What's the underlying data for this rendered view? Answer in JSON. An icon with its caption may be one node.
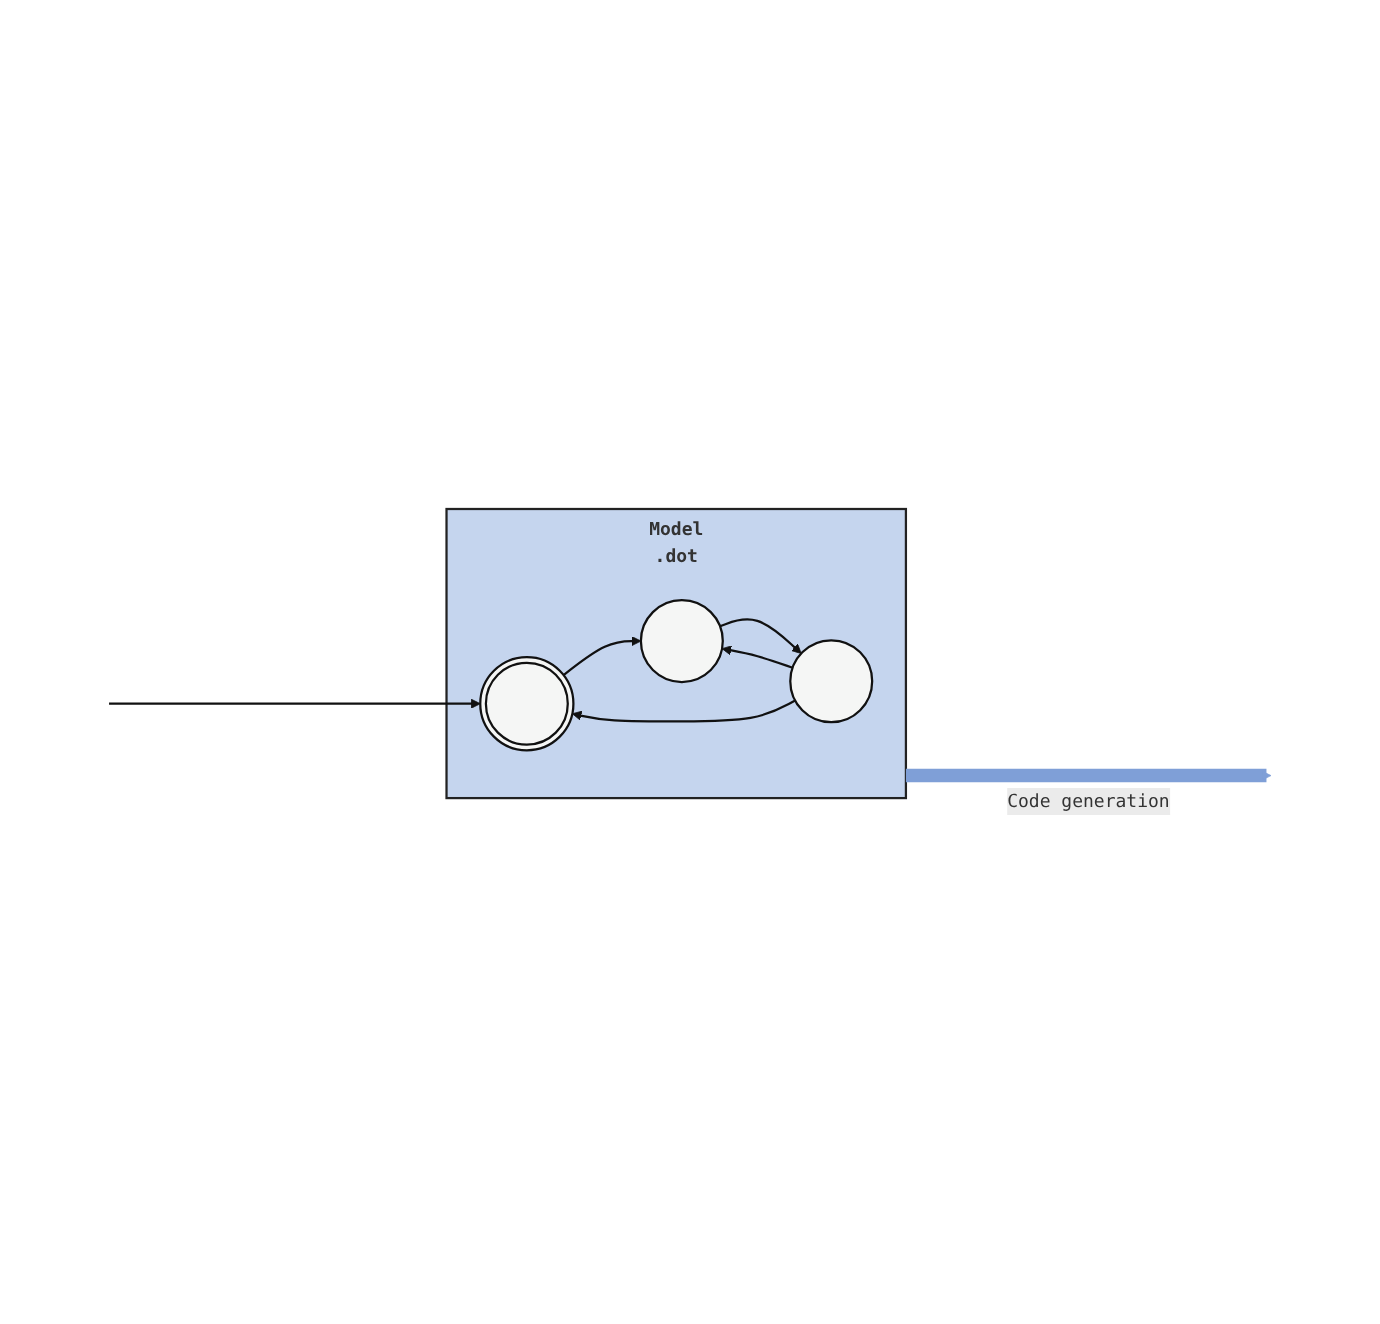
{
  "diagram": {
    "nodes": [
      {
        "text": [
          "Model",
          ".dot"
        ]
      },
      {
        "text": [],
        "shape": "circle",
        "in": 0
      },
      {
        "text": [],
        "shape": "circle",
        "in": 0
      },
      {
        "text": [],
        "shape": "circle",
        "in": 0
      }
    ],
    "edges": [
      {
        "from": null,
        "to": 1,
        "arrow": "to"
      },
      {
        "from": 1,
        "to": 2,
        "arrow": "to"
      },
      {
        "from": 3,
        "to": 2,
        "arrow": "to"
      },
      {
        "from": 2,
        "to": 3,
        "arrow": "to"
      },
      {
        "from": 3,
        "to": 1,
        "arrow": "to"
      },
      {
        "from": 0,
        "to": null,
        "arrow": "to",
        "label": "Code generation",
        "style": "thick",
        "color": "#7f9fd7"
      }
    ]
  }
}
